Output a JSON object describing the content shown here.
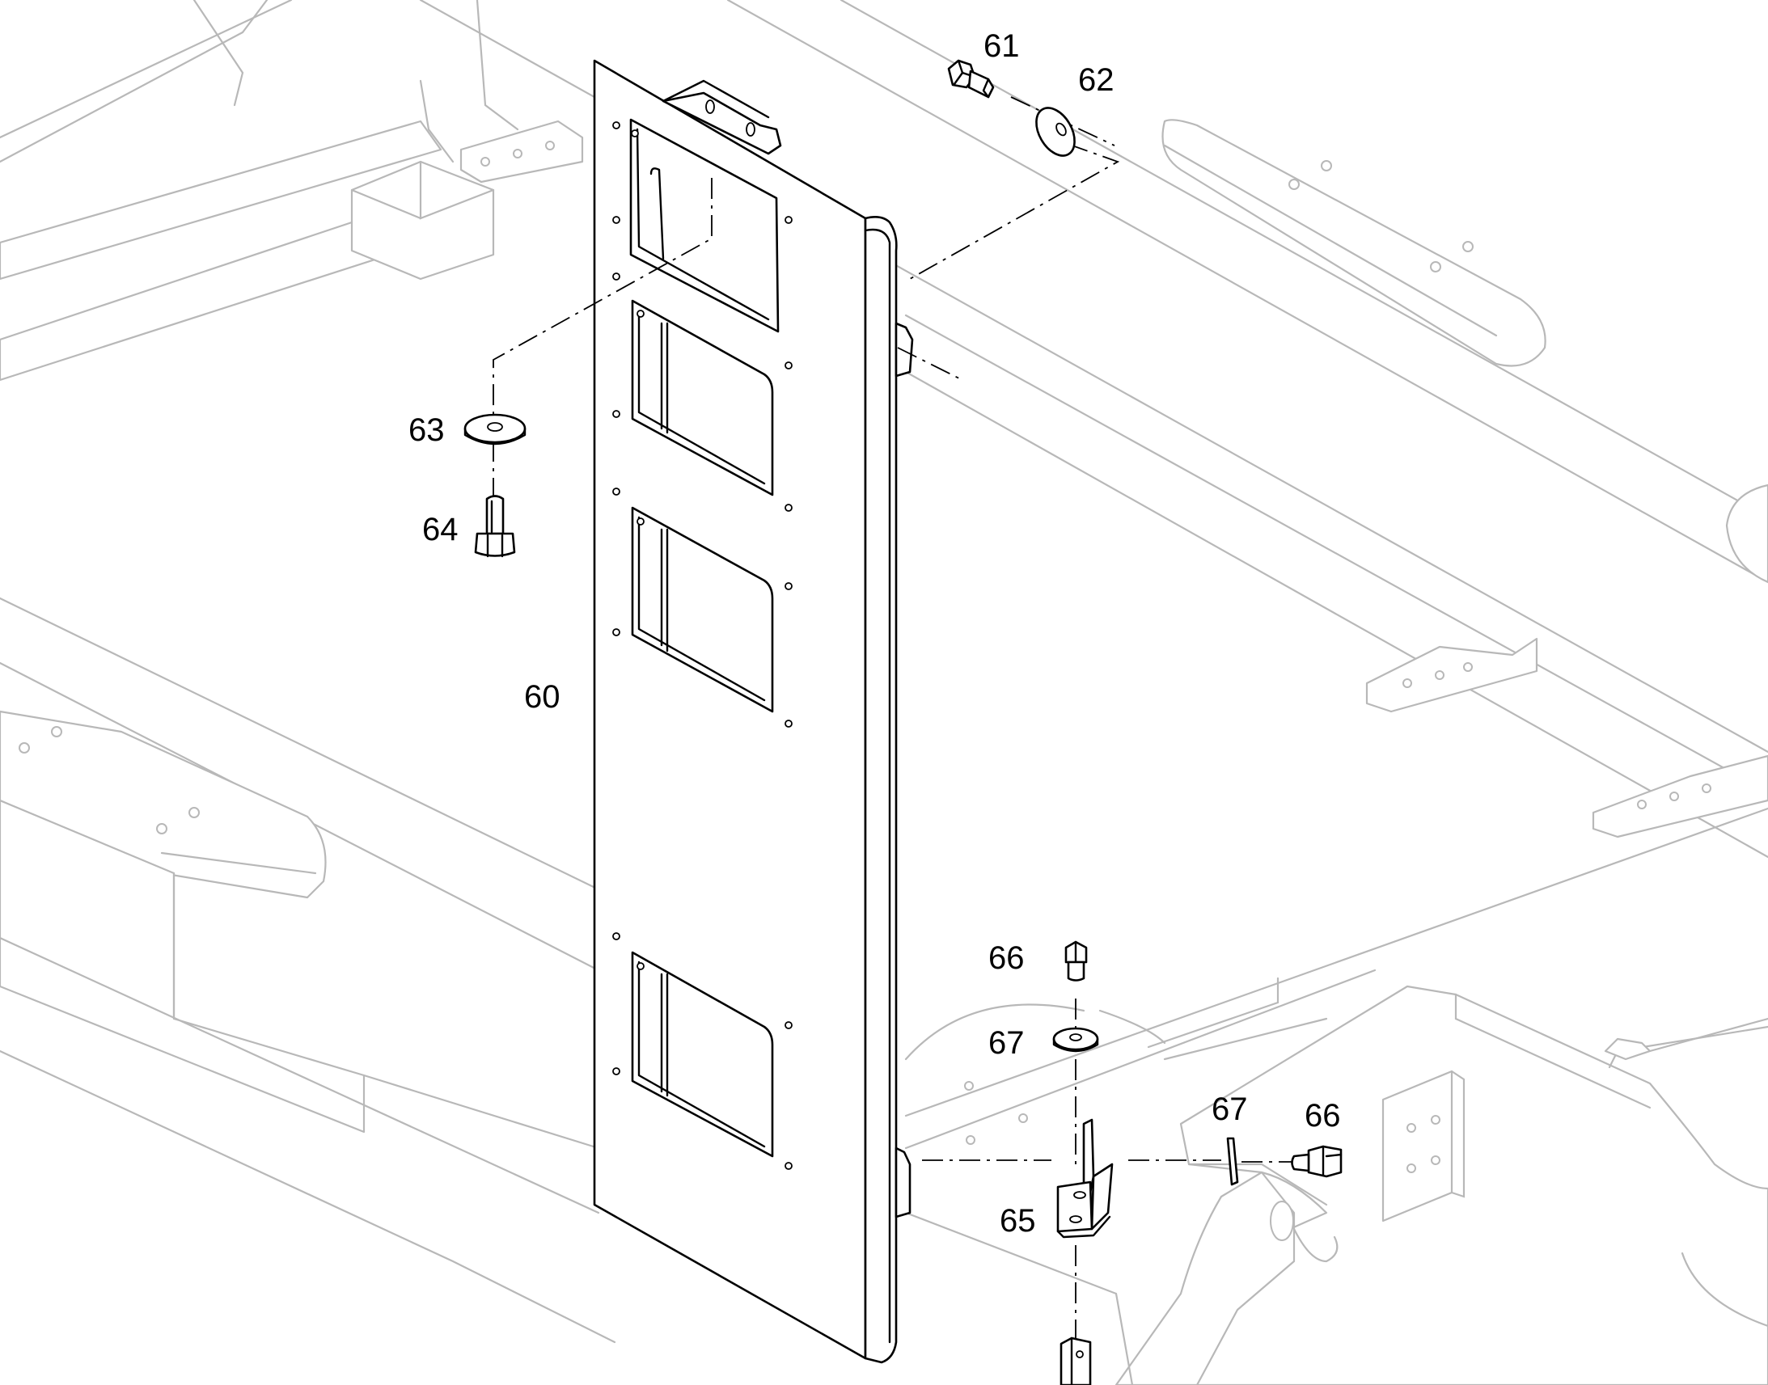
{
  "callouts": {
    "c60": "60",
    "c61": "61",
    "c62": "62",
    "c63": "63",
    "c64": "64",
    "c65": "65",
    "c66a": "66",
    "c67a": "67",
    "c67b": "67",
    "c66b": "66"
  }
}
